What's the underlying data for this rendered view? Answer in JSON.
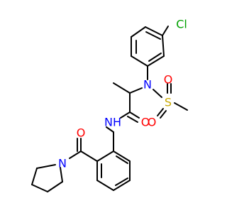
{
  "molecule": {
    "atoms": [
      {
        "id": "cl",
        "label": "Cl",
        "color": "#00a000"
      },
      {
        "id": "n1",
        "label": "N",
        "color": "#0000ff"
      },
      {
        "id": "s1",
        "label": "S",
        "color": "#c8a800"
      },
      {
        "id": "o1",
        "label": "O",
        "color": "#ff0000"
      },
      {
        "id": "o2",
        "label": "O",
        "color": "#ff0000"
      },
      {
        "id": "nh",
        "label": "NH",
        "color": "#0000ff"
      },
      {
        "id": "o3",
        "label": "O",
        "color": "#ff0000"
      },
      {
        "id": "o4",
        "label": "O",
        "color": "#ff0000"
      },
      {
        "id": "n2",
        "label": "N",
        "color": "#0000ff"
      }
    ]
  }
}
